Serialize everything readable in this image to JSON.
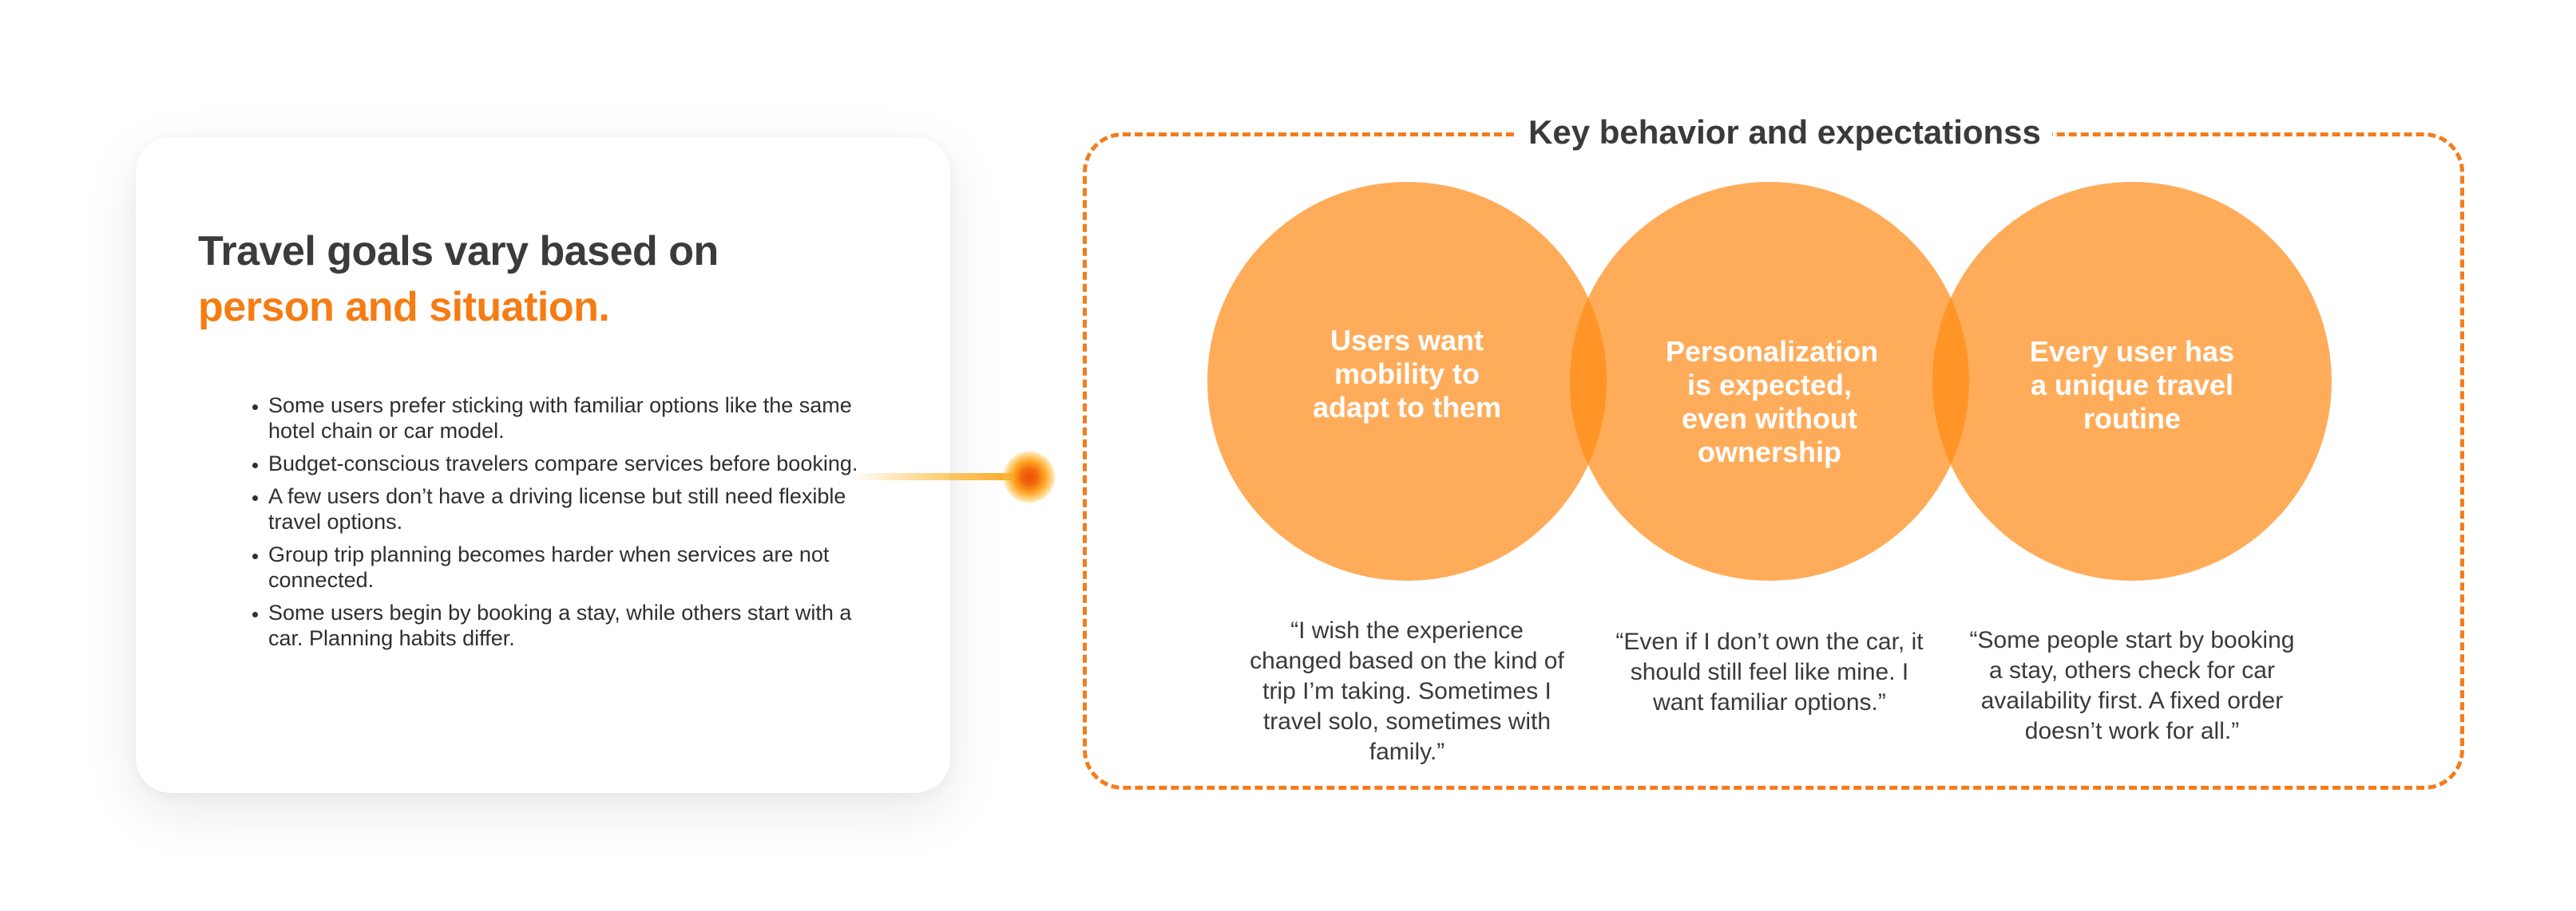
{
  "card": {
    "title_line1": "Travel goals vary based on",
    "title_line2": "person and situation.",
    "bullets": [
      "Some users prefer sticking with familiar options like the same hotel chain or car model.",
      "Budget-conscious travelers compare services before booking.",
      "A few users don’t have a driving license but still need flexible travel options.",
      "Group trip planning becomes harder when services are not connected.",
      "Some users begin by booking a stay, while others start with a car. Planning habits differ."
    ]
  },
  "section": {
    "title": "Key behavior and expectationss",
    "circles": [
      {
        "label": "Users want mobility to adapt to them",
        "quote": "“I wish the experience changed based on the kind of trip I’m taking. Sometimes I travel solo, sometimes with family.”"
      },
      {
        "label": "Personalization is expected, even without ownership",
        "quote": "“Even if I don’t own the car, it should still feel like mine. I want familiar options.”"
      },
      {
        "label": "Every user has a unique travel routine",
        "quote": "“Some people start by booking a stay, others check for car availability first. A fixed order doesn’t work for all.”"
      }
    ]
  },
  "colors": {
    "accent_orange": "#f57c13",
    "circle_fill": "#ffac5a",
    "circle_overlap": "#ff9526",
    "frame_dash": "#f47c1c",
    "heading_dark": "#3b3b3b"
  }
}
